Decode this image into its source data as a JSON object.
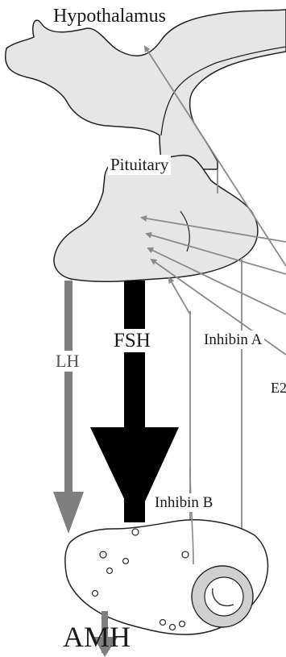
{
  "labels": {
    "hypothalamus": "Hypothalamus",
    "pituitary": "Pituitary",
    "lh": "LH",
    "fsh": "FSH",
    "inhibin_a": "Inhibin A",
    "e2_partial": "E2",
    "inhibin_b": "Inhibin B",
    "amh": "AMH"
  },
  "colors": {
    "organ_fill": "#e6e6e6",
    "outline": "#222222",
    "lh_arrow": "#7f7f7f",
    "fsh_arrow": "#000000",
    "feedback_lines": "#8a8a8a",
    "follicle_ring": "#cfcfcf"
  }
}
